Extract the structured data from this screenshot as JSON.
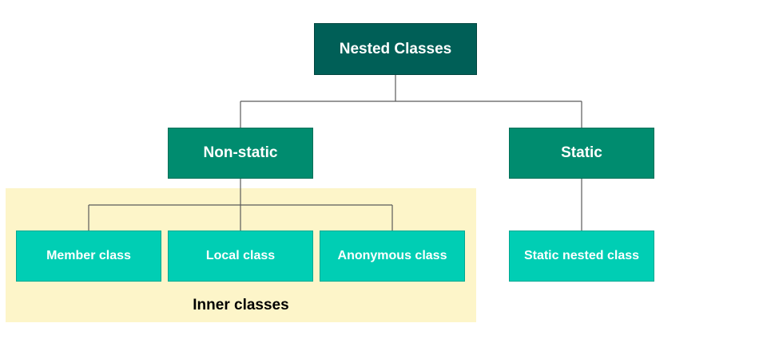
{
  "root": {
    "label": "Nested Classes"
  },
  "branches": [
    {
      "label": "Non-static",
      "group_label": "Inner classes",
      "children": [
        "Member class",
        "Local class",
        "Anonymous class"
      ]
    },
    {
      "label": "Static",
      "children": [
        "Static nested class"
      ]
    }
  ],
  "colors": {
    "root": "#005f57",
    "branch": "#008c6f",
    "leaf": "#00ceb4",
    "group_background": "#fdf5c9",
    "connector": "#5a5a5a"
  }
}
